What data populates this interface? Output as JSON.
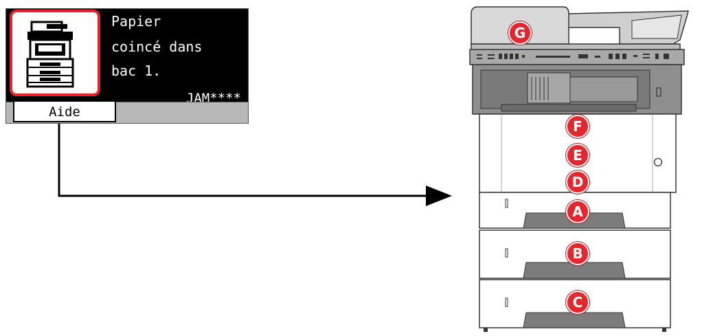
{
  "panel": {
    "message_lines": [
      "Papier",
      "coincé dans",
      "bac 1."
    ],
    "error_code": "JAM****",
    "help_button_label": "Aide",
    "highlight_color": "#e8232b"
  },
  "printer": {
    "badges": [
      {
        "letter": "G",
        "part": "document-processor"
      },
      {
        "letter": "F",
        "part": "front-cover"
      },
      {
        "letter": "E",
        "part": "front-cover"
      },
      {
        "letter": "D",
        "part": "front-cover"
      },
      {
        "letter": "A",
        "part": "cassette-1"
      },
      {
        "letter": "B",
        "part": "cassette-2"
      },
      {
        "letter": "C",
        "part": "cassette-3"
      }
    ],
    "badge_color": "#e5262d"
  }
}
